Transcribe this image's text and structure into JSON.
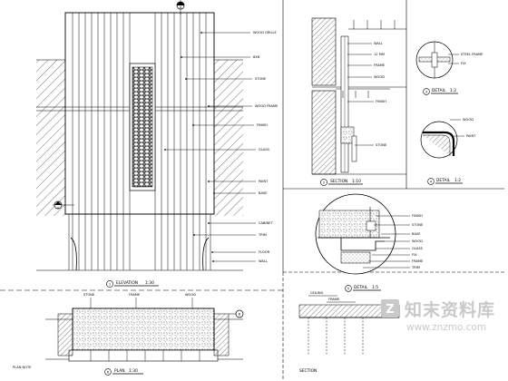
{
  "drawing": {
    "elevation": {
      "callout_marker": "A",
      "elevation_marker": "1",
      "notes": [
        "WOOD GRILLE",
        "6X6",
        "STONE",
        "WOOD FRAME",
        "FINISH",
        "GLASS",
        "PAINT",
        "BASE",
        "CABINET",
        "TRIM",
        "FLOOR",
        "WALL"
      ],
      "title_number": "1",
      "title_text": "ELEVATION",
      "scale": "1:30"
    },
    "section_top_right": {
      "notes_left": [
        "WALL",
        "12 MM",
        "FRAME",
        "WOOD",
        "FINISH",
        "STONE"
      ],
      "title_number": "2",
      "title_text": "SECTION",
      "scale": "1:10"
    },
    "detail_circle_a": {
      "notes": [
        "STEEL FRAME",
        "FIX"
      ],
      "title_number": "3",
      "title_text": "DETAIL",
      "scale": "1:2"
    },
    "detail_circle_b": {
      "notes": [
        "WOOD",
        "PAINT"
      ],
      "title_number": "4",
      "title_text": "DETAIL",
      "scale": "1:2"
    },
    "detail_mid_right": {
      "notes": [
        "FINISH",
        "STONE",
        "BASE",
        "WOOD",
        "GLASS",
        "FIX",
        "FRAME",
        "TRIM"
      ],
      "title_number": "5",
      "title_text": "DETAIL",
      "scale": "1:5"
    },
    "plan_bottom": {
      "notes_top": [
        "STONE",
        "FRAME",
        "WOOD"
      ],
      "section_marker": "B",
      "bottom_note": "PLAN NOTE",
      "title_number": "6",
      "title_text": "PLAN",
      "scale": "1:30"
    },
    "section_bottom_right": {
      "notes": [
        "CEILING",
        "FRAME"
      ],
      "title_text": "SECTION"
    }
  },
  "watermark": {
    "brand": "知末资料库",
    "url": "www.znzmo.com"
  }
}
